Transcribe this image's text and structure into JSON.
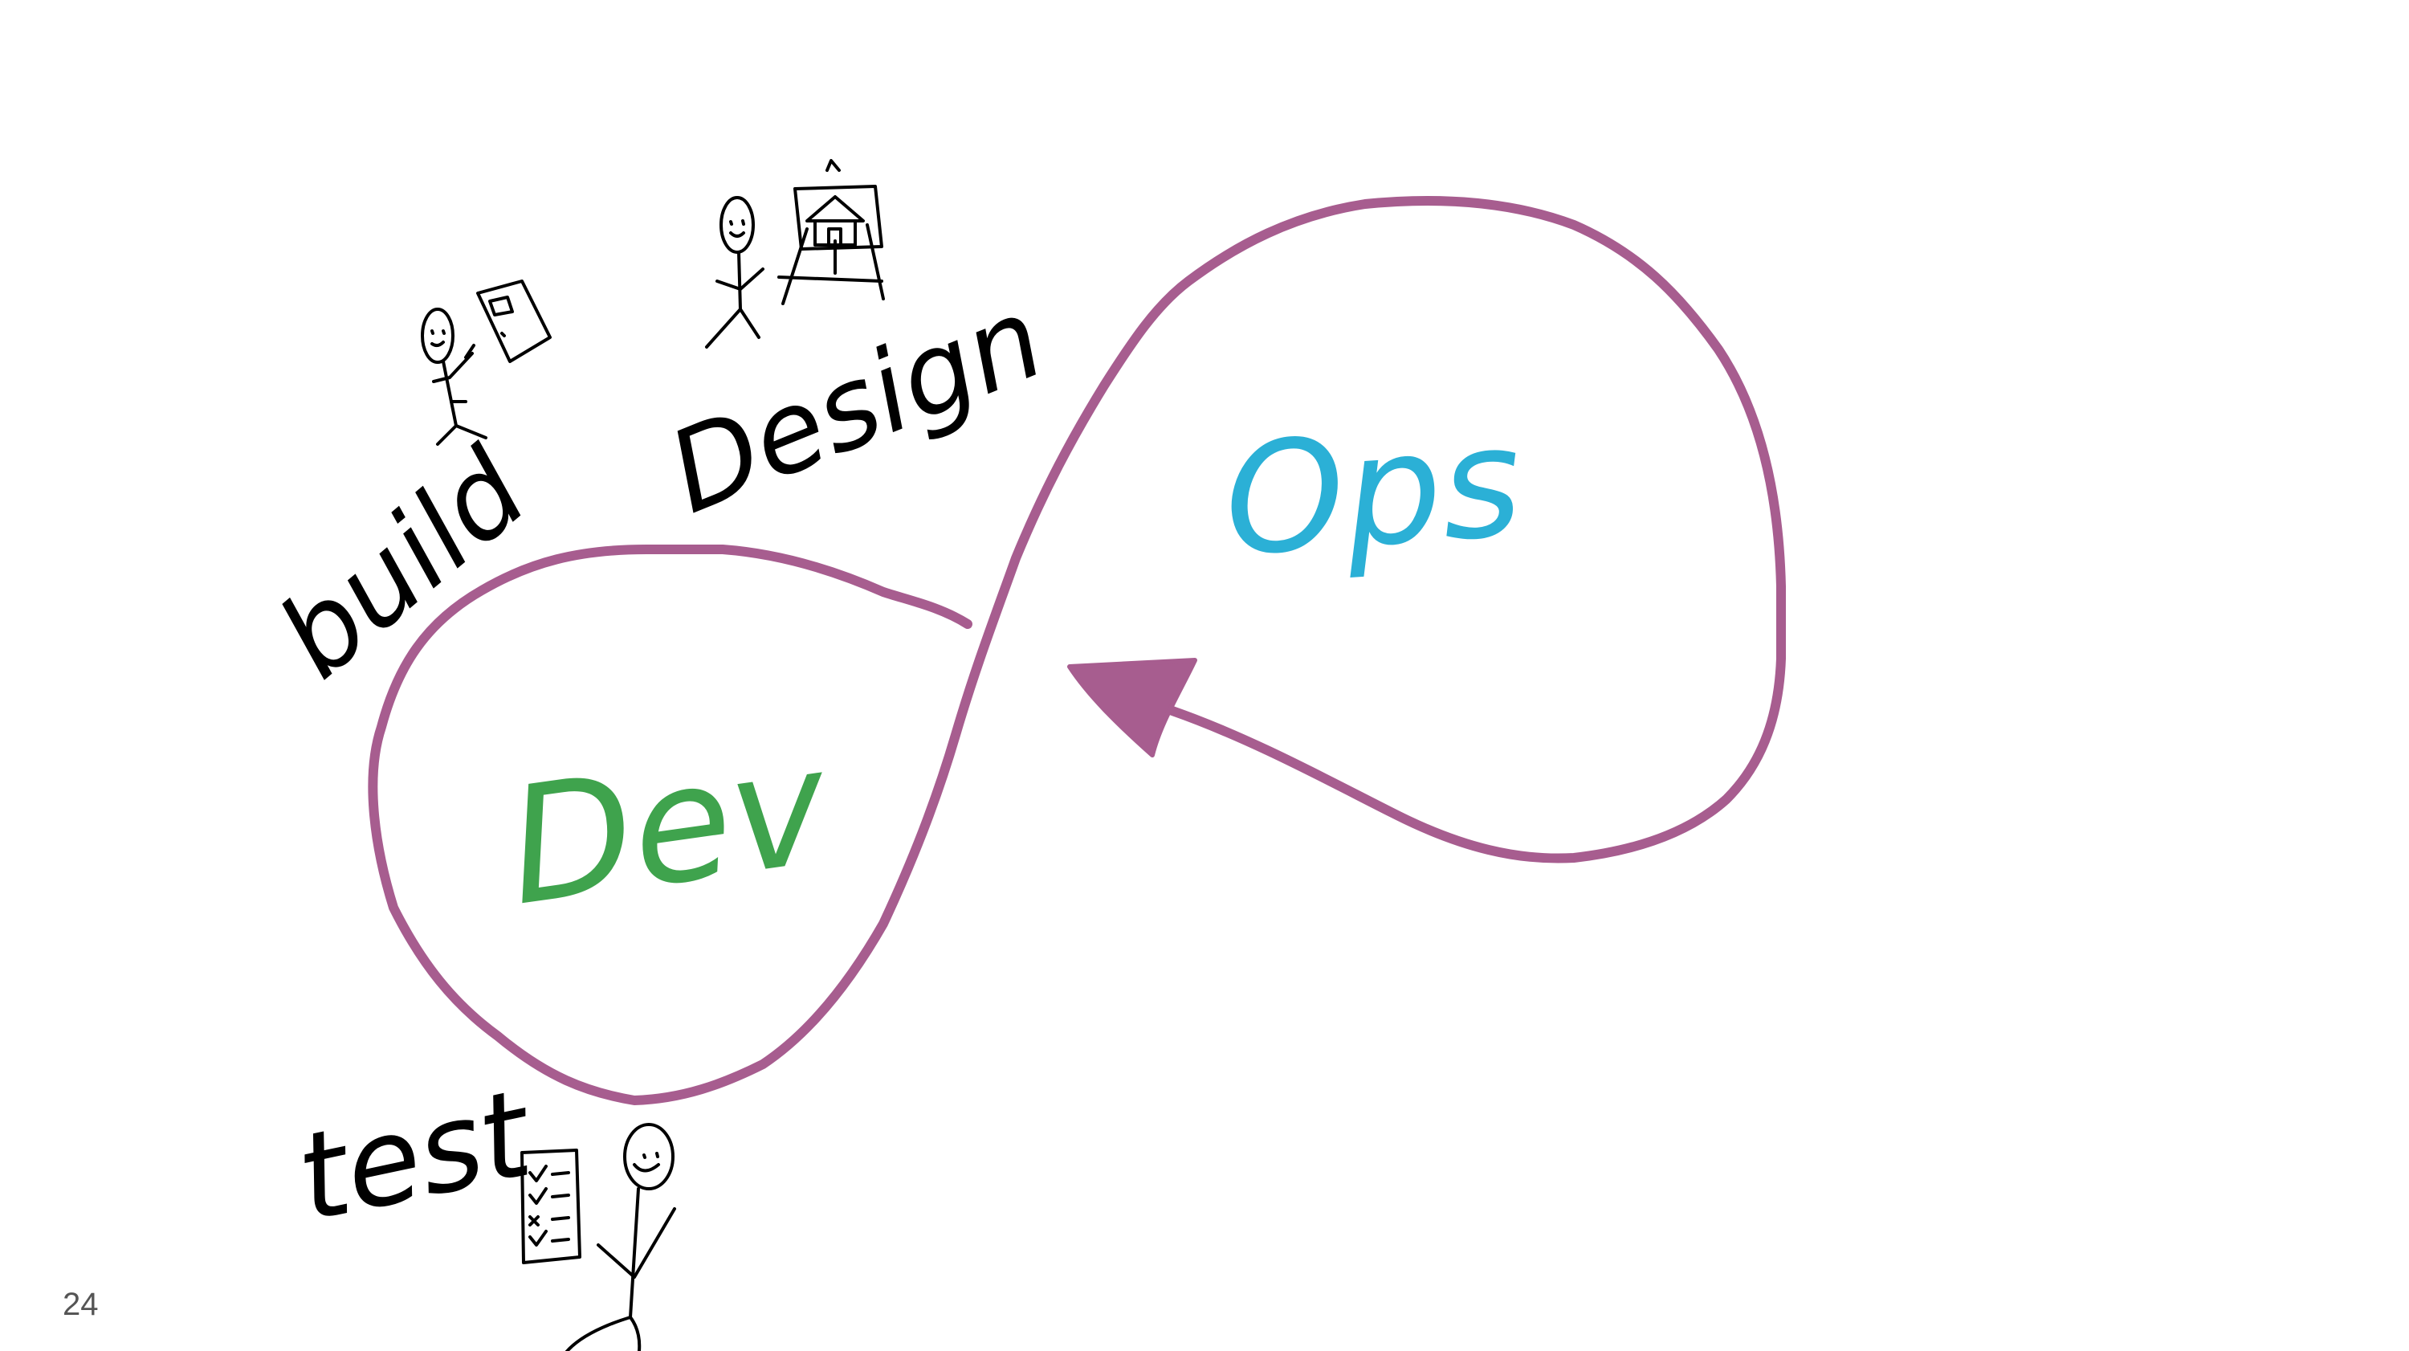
{
  "slide": {
    "page_number": "24"
  },
  "diagram": {
    "loop_color": "#a75d8f",
    "dev_label": "Dev",
    "dev_color": "#3fa34d",
    "ops_label": "Ops",
    "ops_color": "#2bb0d6",
    "stage_labels": {
      "design": "Design",
      "build": "build",
      "test": "test"
    },
    "icons": {
      "designer": "stick-figure-with-easel-icon",
      "builder": "stick-figure-with-door-icon",
      "tester": "stick-figure-with-checklist-icon"
    }
  }
}
